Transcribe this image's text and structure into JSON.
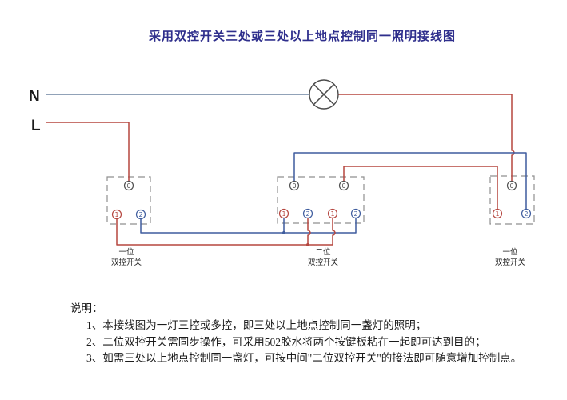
{
  "title": "采用双控开关三处或三处以上地点控制同一照明接线图",
  "colors": {
    "title": "#2e2e8c",
    "text": "#1c1c1c",
    "neutral_wire": "#6d84a1",
    "live_wire": "#b5463f",
    "traveler_blue": "#3e5c9e",
    "box_outline": "#8f8f8f",
    "lamp": "#4b4b4b",
    "terminal_common": "#4f4f4f"
  },
  "power": {
    "neutral_label": "N",
    "live_label": "L"
  },
  "switches": [
    {
      "id": "switch-left",
      "caption": {
        "line1": "一位",
        "line2": "双控开关"
      },
      "terminals": [
        "0",
        "1",
        "2"
      ]
    },
    {
      "id": "switch-middle",
      "caption": {
        "line1": "二位",
        "line2": "双控开关"
      },
      "terminals": [
        "0",
        "0",
        "1",
        "2",
        "1",
        "2"
      ]
    },
    {
      "id": "switch-right",
      "caption": {
        "line1": "一位",
        "line2": "双控开关"
      },
      "terminals": [
        "0",
        "1",
        "2"
      ]
    }
  ],
  "notes": {
    "heading": "说明：",
    "items": [
      "1、本接线图为一灯三控或多控，即三处以上地点控制同一盏灯的照明；",
      "2、二位双控开关需同步操作，可采用502胶水将两个按键板粘在一起即可达到目的；",
      "3、如需三处以上地点控制同一盏灯，可按中间\"二位双控开关\"的接法即可随意增加控制点。"
    ]
  }
}
